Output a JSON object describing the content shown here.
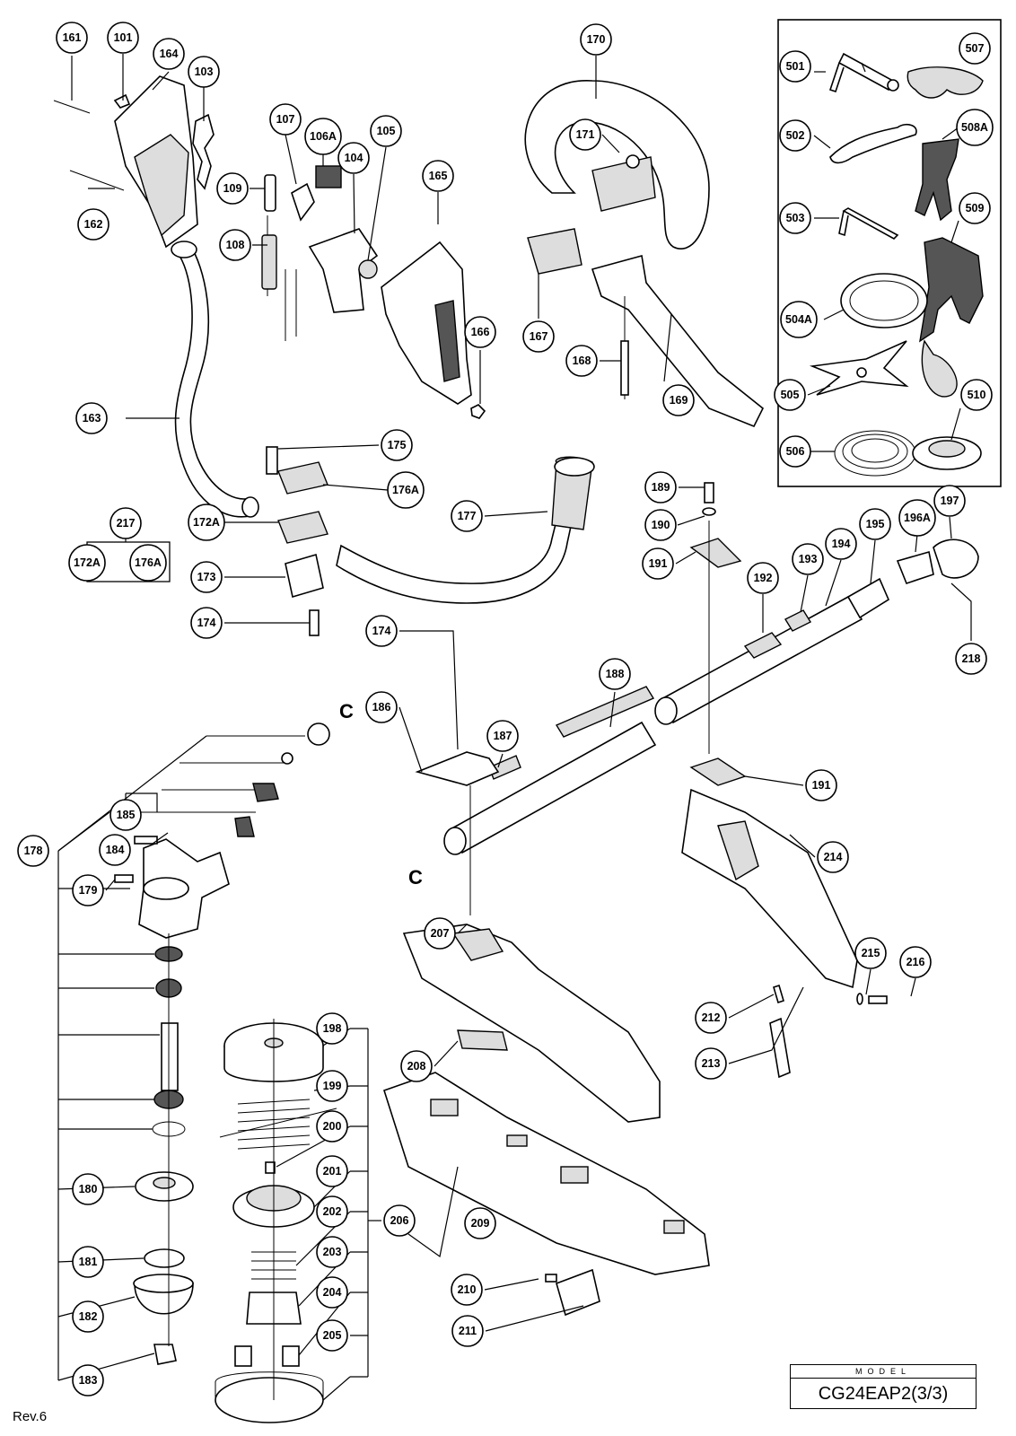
{
  "model_caption": "MODEL",
  "model_code": "CG24EAP2(3/3)",
  "revision": "Rev.6",
  "callout_letter": "C",
  "part_tags": [
    "161",
    "101",
    "164",
    "103",
    "107",
    "106A",
    "104",
    "105",
    "109",
    "108",
    "162",
    "165",
    "166",
    "170",
    "171",
    "167",
    "168",
    "169",
    "501",
    "507",
    "502",
    "508A",
    "503",
    "509",
    "504A",
    "505",
    "510",
    "506",
    "163",
    "175",
    "176A",
    "172A",
    "217",
    "172A",
    "176A",
    "173",
    "174",
    "177",
    "189",
    "190",
    "191",
    "192",
    "193",
    "194",
    "195",
    "196A",
    "197",
    "218",
    "174",
    "186",
    "188",
    "187",
    "191",
    "214",
    "178",
    "185",
    "184",
    "179",
    "207",
    "215",
    "216",
    "212",
    "213",
    "208",
    "198",
    "199",
    "200",
    "201",
    "206",
    "202",
    "180",
    "203",
    "204",
    "205",
    "181",
    "182",
    "183",
    "209",
    "210",
    "211"
  ]
}
